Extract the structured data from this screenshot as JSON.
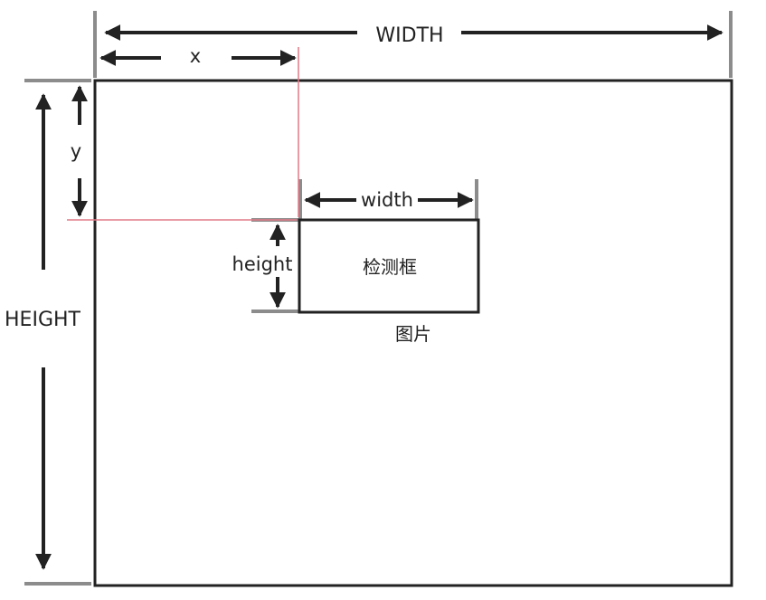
{
  "diagram": {
    "labels": {
      "image_width": "WIDTH",
      "image_height": "HEIGHT",
      "box_x": "x",
      "box_y": "y",
      "box_width": "width",
      "box_height": "height",
      "box_name": "检测框",
      "image_name": "图片"
    },
    "colors": {
      "outline": "#222222",
      "arrow": "#222222",
      "extension_line": "#8c8c8c",
      "guide_line": "#e07a85",
      "background": "#ffffff"
    }
  }
}
